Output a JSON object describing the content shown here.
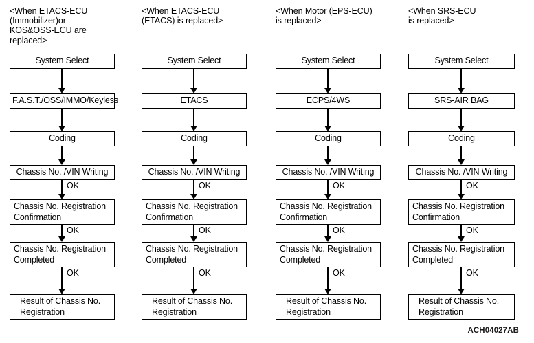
{
  "figure": {
    "code": "ACH04027AB",
    "type": "flowchart",
    "orientation": "four parallel vertical flows"
  },
  "columns": [
    {
      "title": "<When ETACS-ECU\n(Immobilizer)or\nKOS&OSS-ECU are\nreplaced>",
      "nodes": [
        {
          "label": "System Select",
          "lines": 1,
          "align": "center"
        },
        {
          "label": "F.A.S.T./OSS/IMMO/Keyless",
          "lines": 1,
          "align": "center"
        },
        {
          "label": "Coding",
          "lines": 1,
          "align": "center"
        },
        {
          "label": "Chassis No. /VIN Writing",
          "lines": 1,
          "align": "center"
        },
        {
          "label": "Chassis No. Registration\nConfirmation",
          "lines": 2,
          "align": "left"
        },
        {
          "label": "Chassis No. Registration\nCompleted",
          "lines": 2,
          "align": "left"
        },
        {
          "label": "Result of Chassis No.\nRegistration",
          "lines": 2,
          "align": "indent"
        }
      ],
      "edge_labels": [
        "",
        "",
        "",
        "OK",
        "OK",
        "OK"
      ]
    },
    {
      "title": "<When ETACS-ECU\n(ETACS) is replaced>",
      "nodes": [
        {
          "label": "System Select",
          "lines": 1,
          "align": "center"
        },
        {
          "label": "ETACS",
          "lines": 1,
          "align": "center"
        },
        {
          "label": "Coding",
          "lines": 1,
          "align": "center"
        },
        {
          "label": "Chassis No. /VIN Writing",
          "lines": 1,
          "align": "center"
        },
        {
          "label": "Chassis No. Registration\nConfirmation",
          "lines": 2,
          "align": "left"
        },
        {
          "label": "Chassis No. Registration\nCompleted",
          "lines": 2,
          "align": "left"
        },
        {
          "label": "Result of Chassis No.\nRegistration",
          "lines": 2,
          "align": "indent"
        }
      ],
      "edge_labels": [
        "",
        "",
        "",
        "OK",
        "OK",
        "OK"
      ]
    },
    {
      "title": "<When Motor (EPS-ECU)\nis replaced>",
      "nodes": [
        {
          "label": "System Select",
          "lines": 1,
          "align": "center"
        },
        {
          "label": "ECPS/4WS",
          "lines": 1,
          "align": "center"
        },
        {
          "label": "Coding",
          "lines": 1,
          "align": "center"
        },
        {
          "label": "Chassis No. /VIN Writing",
          "lines": 1,
          "align": "center"
        },
        {
          "label": "Chassis No. Registration\nConfirmation",
          "lines": 2,
          "align": "left"
        },
        {
          "label": "Chassis No. Registration\nCompleted",
          "lines": 2,
          "align": "left"
        },
        {
          "label": "Result of Chassis No.\nRegistration",
          "lines": 2,
          "align": "indent"
        }
      ],
      "edge_labels": [
        "",
        "",
        "",
        "OK",
        "OK",
        "OK"
      ]
    },
    {
      "title": "<When SRS-ECU\nis replaced>",
      "nodes": [
        {
          "label": "System Select",
          "lines": 1,
          "align": "center"
        },
        {
          "label": "SRS-AIR BAG",
          "lines": 1,
          "align": "center"
        },
        {
          "label": "Coding",
          "lines": 1,
          "align": "center"
        },
        {
          "label": "Chassis No. /VIN Writing",
          "lines": 1,
          "align": "center"
        },
        {
          "label": "Chassis No. Registration\nConfirmation",
          "lines": 2,
          "align": "left"
        },
        {
          "label": "Chassis No. Registration\nCompleted",
          "lines": 2,
          "align": "left"
        },
        {
          "label": "Result of Chassis No.\nRegistration",
          "lines": 2,
          "align": "indent"
        }
      ],
      "edge_labels": [
        "",
        "",
        "",
        "OK",
        "OK",
        "OK"
      ]
    }
  ],
  "layout": {
    "node_tops": [
      78,
      136,
      191,
      240,
      290,
      352,
      428
    ],
    "node_heights": [
      22,
      22,
      22,
      22,
      37,
      37,
      37
    ]
  },
  "colors": {
    "stroke": "#000000",
    "background": "#ffffff",
    "text": "#000000",
    "code_text": "#1b1b1b"
  }
}
